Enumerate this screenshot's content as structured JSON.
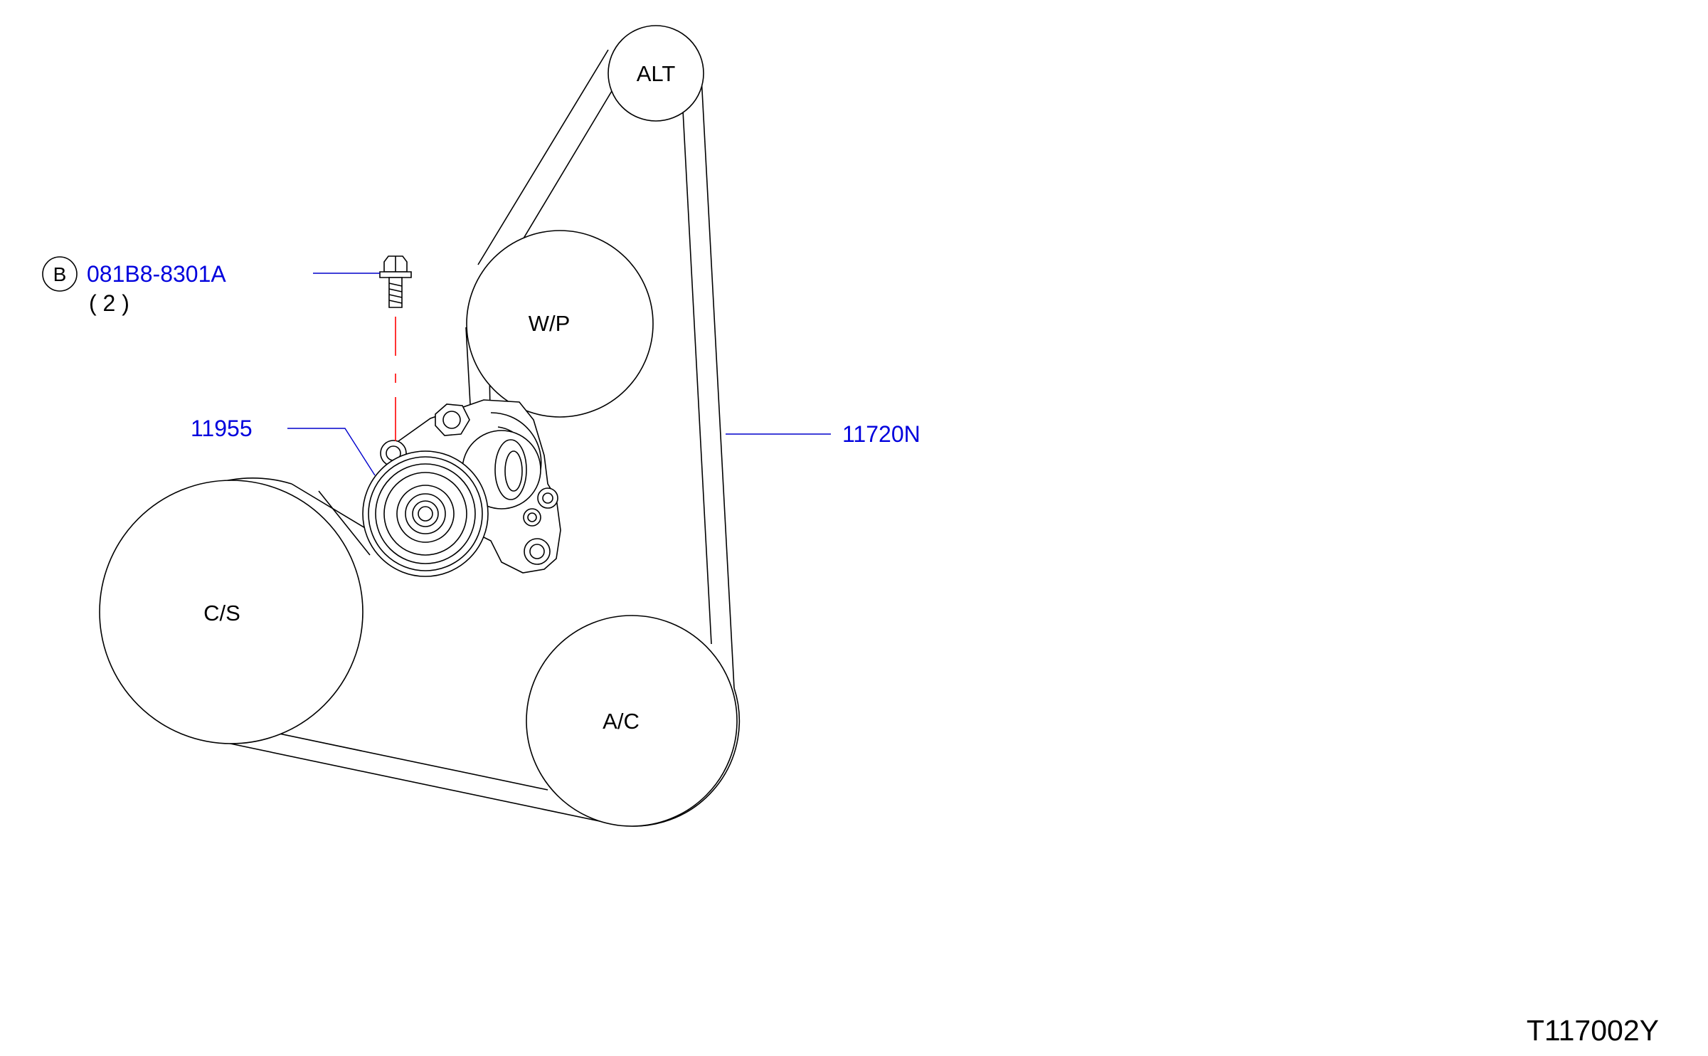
{
  "pulleys": {
    "alt": "ALT",
    "wp": "W/P",
    "cs": "C/S",
    "ac": "A/C"
  },
  "callouts": {
    "bolt_ref_letter": "B",
    "bolt_part": "081B8-8301A",
    "bolt_qty": "( 2 )",
    "tensioner_part": "11955",
    "belt_part": "11720N"
  },
  "figure_code": "T117002Y",
  "colors": {
    "callout_text": "#0000dd",
    "leader_line": "#0000cc",
    "center_line": "#ff0000",
    "outline": "#000000"
  }
}
